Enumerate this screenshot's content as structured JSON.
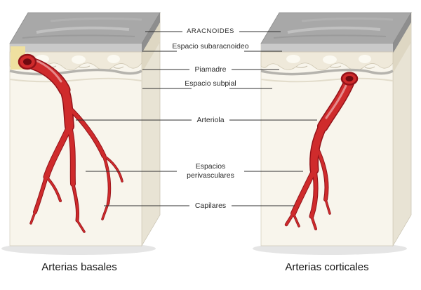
{
  "figure": {
    "labels": [
      "ARACNOIDES",
      "Espacio subaracnoideo",
      "Piamadre",
      "Espacio subpial",
      "Arteriola",
      "Espacios perivasculares",
      "Capilares"
    ],
    "captions": {
      "left": "Arterias basales",
      "right": "Arterias corticales"
    }
  },
  "colors": {
    "background": "#ffffff",
    "artery": "#cf2b2c",
    "artery_dark": "#931219",
    "artery_deep": "#6f0a10",
    "block_front": "#f8f5ec",
    "block_side": "#e8e3d4",
    "cap_gray": "#a8a8a8",
    "cap_front": "#c9c9c9",
    "cap_side": "#8e8e8e",
    "bumps": "#efe9da",
    "pia": "#b5b3ad",
    "bone": "#efe0a0",
    "leader": "#2f2f2f",
    "shadow": "rgba(70,70,70,0.14)"
  }
}
